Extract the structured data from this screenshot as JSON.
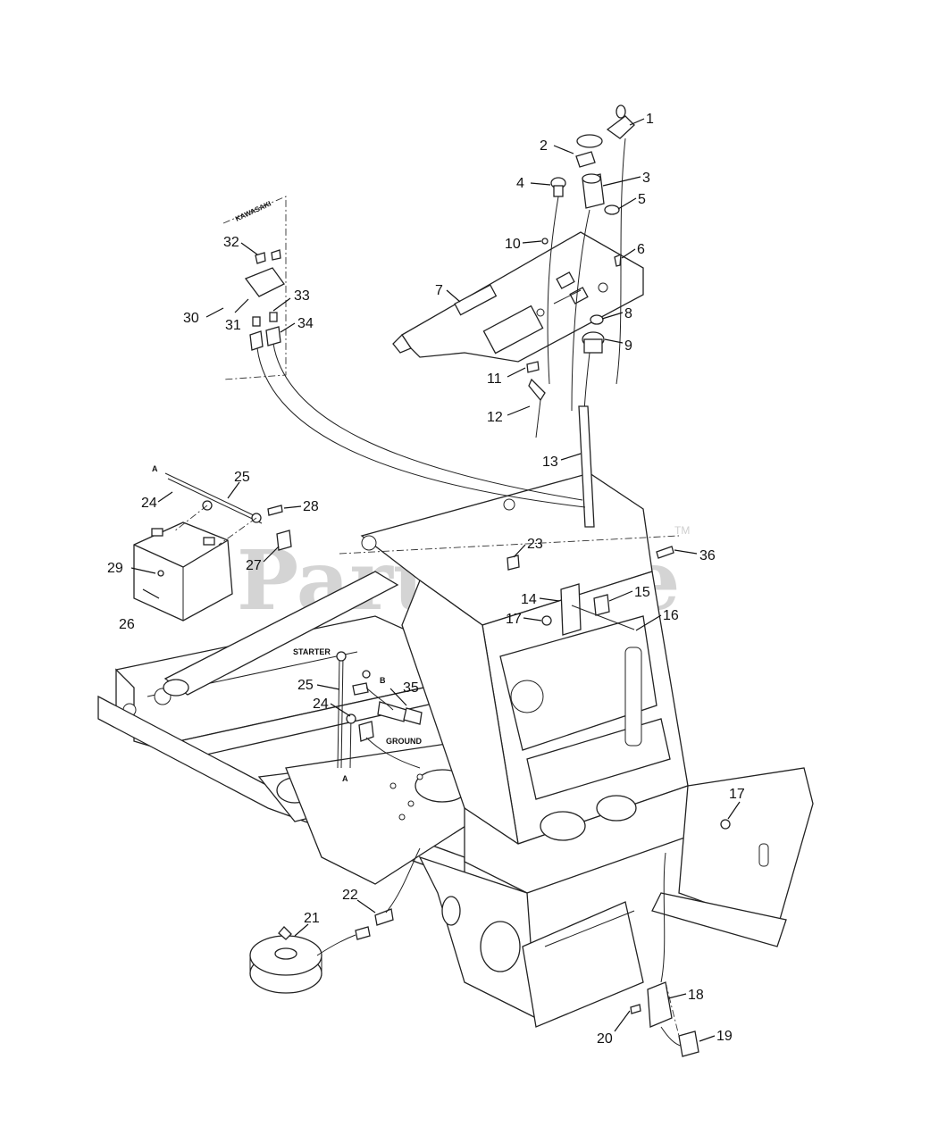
{
  "diagram": {
    "watermark": "PartsTree",
    "trademark": "TM",
    "callouts": [
      "1",
      "2",
      "3",
      "4",
      "5",
      "6",
      "7",
      "8",
      "9",
      "10",
      "11",
      "12",
      "13",
      "14",
      "15",
      "16",
      "17",
      "18",
      "19",
      "20",
      "21",
      "22",
      "23",
      "24",
      "25",
      "26",
      "27",
      "28",
      "29",
      "30",
      "31",
      "32",
      "33",
      "34",
      "35",
      "36"
    ],
    "callout_17b": "17",
    "callout_24b": "24",
    "callout_25b": "25",
    "labels": {
      "kawasaki": "KAWASAKI",
      "starter": "STARTER",
      "ground": "GROUND",
      "b": "B",
      "a_top": "A",
      "a_bottom": "A"
    }
  }
}
